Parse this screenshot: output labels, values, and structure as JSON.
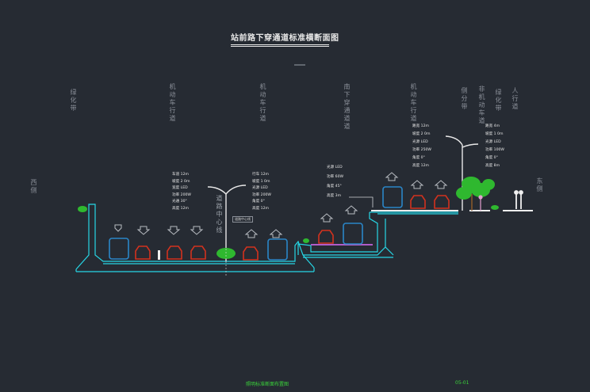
{
  "title": "站前路下穿通道标准横断面图",
  "labels": {
    "west": "西侧",
    "east": "东侧",
    "green_belt_left": "绿化带",
    "motor_lane_1": "机动车行道",
    "motor_lane_2": "机动车行道",
    "center_divider": "道路中心线",
    "underpass_lane": "南下穿通道道",
    "motor_lane_east": "机动车行道",
    "side_divider": "侧分带",
    "nonmotor_lane": "非机动车道",
    "green_belt_right": "绿化带",
    "sidewalk": "人行道"
  },
  "specs_left": [
    "车道 12m",
    "坡度 2 0m",
    "宽度 LED",
    "功率 200W",
    "光通 30°",
    "高度 12m"
  ],
  "specs_center": [
    "行车 12m",
    "坡度 1 0m",
    "光源 LED",
    "功率 200W",
    "角度 0°",
    "高度 12m"
  ],
  "specs_mid": [
    "光源 LED",
    "功率 60W",
    "角度 45°",
    "高度 3m"
  ],
  "specs_east_motor": [
    "路宽 12m",
    "坡度 2 0m",
    "光源 LED",
    "功率 250W",
    "角度 0°",
    "高度 12m"
  ],
  "specs_east_side": [
    "路宽 4m",
    "坡度 1 0m",
    "光源 LED",
    "功率 100W",
    "角度 0°",
    "高度 8m"
  ],
  "center_tag": "道路中心线",
  "footer_left": "照明标准断面布置图",
  "footer_right": "05-01",
  "colors": {
    "background": "#262b33",
    "structure": "#26d7e6",
    "car": "#d2321e",
    "bus": "#2a86c8",
    "tree": "#2fb82f",
    "pavement": "#b05cc8",
    "footer": "#3ad23a"
  }
}
